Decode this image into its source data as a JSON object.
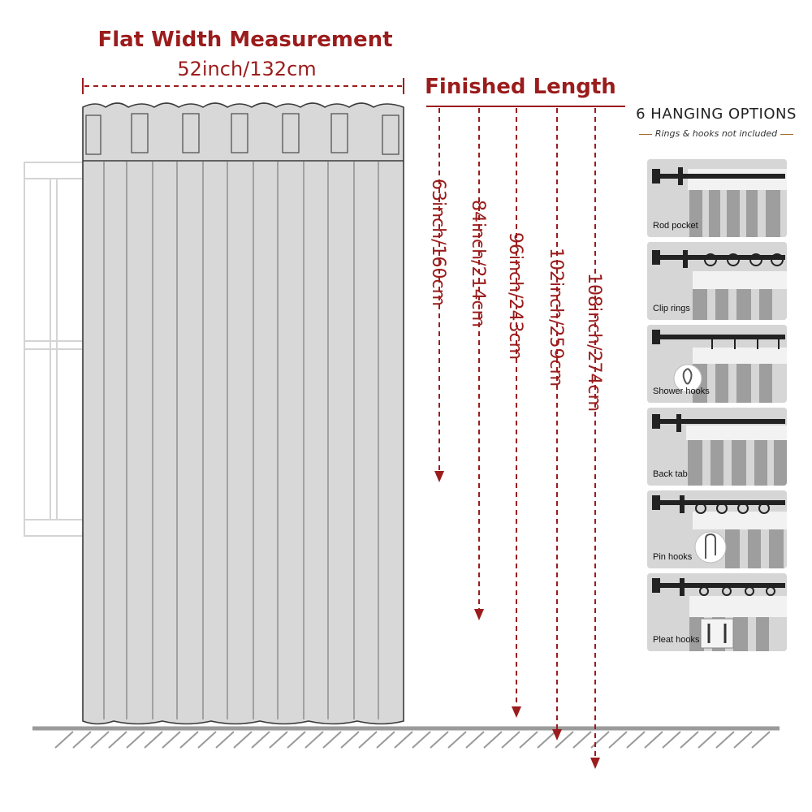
{
  "width_header": {
    "title": "Flat Width Measurement",
    "value": "52inch/132cm"
  },
  "length_header": {
    "title": "Finished Length"
  },
  "lengths": [
    {
      "label": "63inch/160cm"
    },
    {
      "label": "84inch/214cm"
    },
    {
      "label": "96inch/243cm"
    },
    {
      "label": "102inch/259cm"
    },
    {
      "label": "108inch/274cm"
    }
  ],
  "hanging": {
    "title": "6 HANGING OPTIONS",
    "subtitle": "Rings & hooks not included",
    "options": [
      {
        "label": "Rod pocket",
        "icon": "rod-pocket-icon"
      },
      {
        "label": "Clip rings",
        "icon": "clip-rings-icon"
      },
      {
        "label": "Shower hooks",
        "icon": "shower-hooks-icon"
      },
      {
        "label": "Back tab",
        "icon": "back-tab-icon"
      },
      {
        "label": "Pin hooks",
        "icon": "pin-hooks-icon"
      },
      {
        "label": "Pleat hooks",
        "icon": "pleat-hooks-icon"
      }
    ]
  },
  "colors": {
    "accent": "#9b1c1c",
    "curtain": "#d8d8d8",
    "floor": "#9a9a9a"
  }
}
